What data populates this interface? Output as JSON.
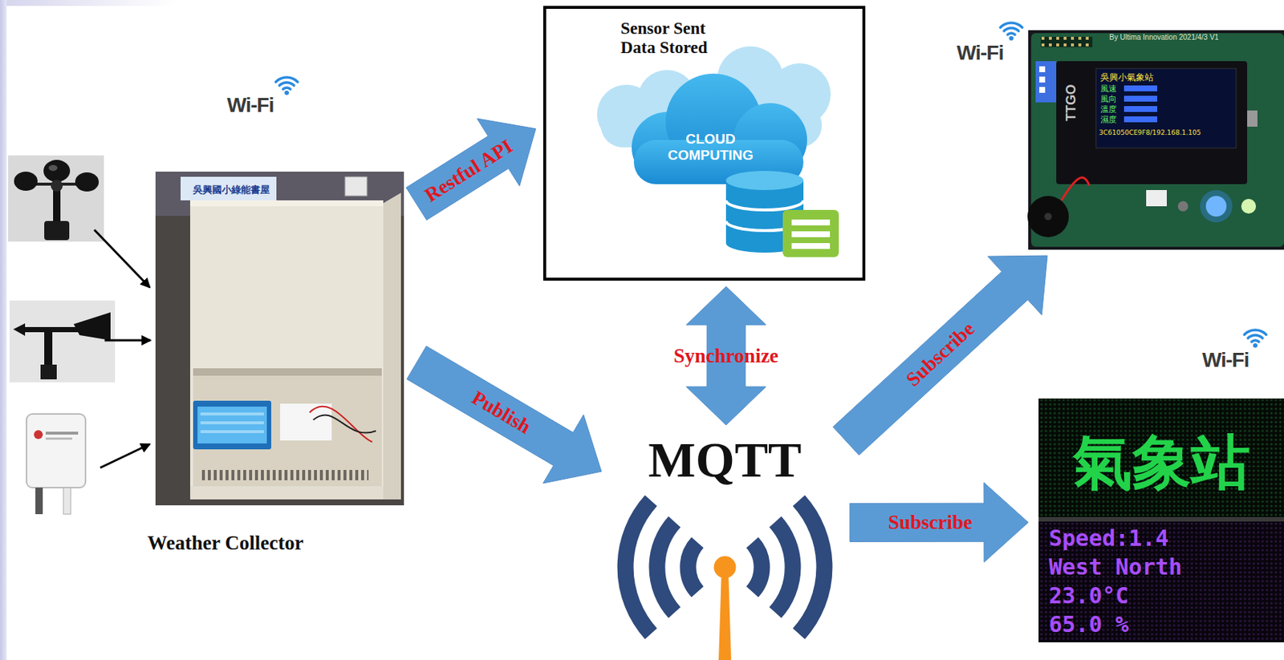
{
  "diagram": {
    "nodes": [
      {
        "text": [
          "Weather Collector"
        ]
      },
      {
        "text": [
          "Sensor Sent Data Stored",
          "CLOUD COMPUTING"
        ]
      },
      {
        "text": [
          "MQTT"
        ]
      },
      {
        "text": [
          "By Ultima Innovation 2021/4/3 V1",
          "TTGO",
          "吳興小氣象站",
          "風速",
          "風向",
          "溫度",
          "濕度",
          "3C61050CE9F8/192.168.1.105"
        ]
      },
      {
        "text": [
          "氣象站",
          "Speed:1.4",
          "West North",
          "23.0°C",
          "65.0 %"
        ]
      }
    ],
    "edges": [
      {
        "from": 0,
        "to": 1,
        "label": "Restful API",
        "arrow": "to"
      },
      {
        "from": 0,
        "to": 2,
        "label": "Publish",
        "arrow": "to"
      },
      {
        "from": 1,
        "to": 2,
        "label": "Synchronize",
        "arrow": "both"
      },
      {
        "from": 2,
        "to": 3,
        "label": "Subscribe",
        "arrow": "to"
      },
      {
        "from": 2,
        "to": 4,
        "label": "Subscribe",
        "arrow": "to"
      }
    ],
    "labels": [
      "Wi-Fi",
      "Wi-Fi",
      "Wi-Fi",
      "吳興國小綠能書屋"
    ]
  }
}
